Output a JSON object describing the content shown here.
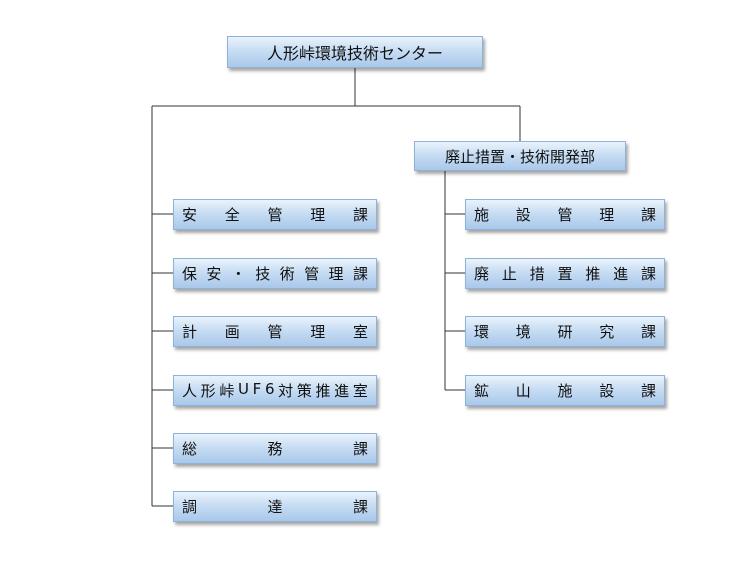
{
  "org": {
    "root": "人形峠環境技術センター",
    "left_units": [
      "安全管理課",
      "保安・技術管理課",
      "計画管理室",
      "人形峠UF6対策推進室",
      "総務課",
      "調達課"
    ],
    "department": "廃止措置・技術開発部",
    "department_units": [
      "施設管理課",
      "廃止措置推進課",
      "環境研究課",
      "鉱山施設課"
    ]
  },
  "colors": {
    "box_top": "#eaf3fc",
    "box_bottom": "#a9c8ea",
    "box_border": "#8fb2d9",
    "line": "#333333"
  }
}
